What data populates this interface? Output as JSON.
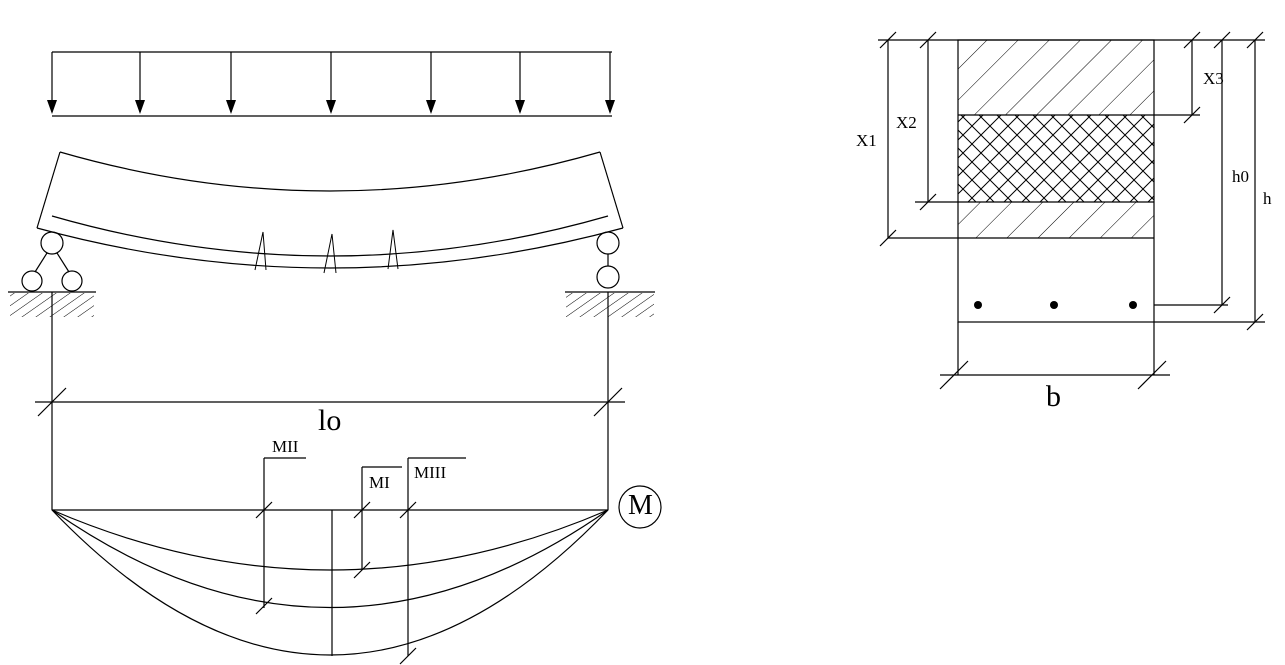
{
  "beam_diagram": {
    "span_label": "lo",
    "moment_labels": {
      "m2": "MII",
      "m1": "MI",
      "m3": "MIII"
    },
    "moment_symbol": "M"
  },
  "section_diagram": {
    "x1_label": "X1",
    "x2_label": "X2",
    "x3_label": "X3",
    "h0_label": "h0",
    "h_label": "h",
    "b_label": "b"
  }
}
